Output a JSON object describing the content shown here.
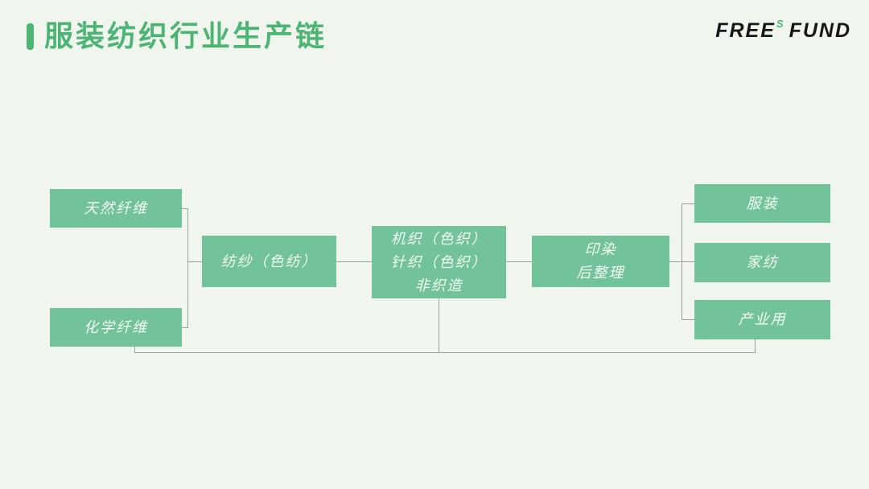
{
  "slide": {
    "background_color": "#f0f5ee",
    "header": {
      "title": "服装纺织行业生产链",
      "title_color": "#4db573",
      "logo": {
        "word1": "FREE",
        "superscript": "S",
        "word2": "FUND",
        "text_color": "#171717",
        "accent_color": "#4db573"
      }
    },
    "diagram": {
      "box_color": "#72c399",
      "box_text_color": "#f2fbf4",
      "connector_color": "#94a69b",
      "nodes": {
        "natural_fiber": "天然纤维",
        "chemical_fiber": "化学纤维",
        "spinning": "纺纱（色纺）",
        "fabric_line1": "机织（色织）",
        "fabric_line2": "针织（色织）",
        "fabric_line3": "非织造",
        "dyeing_line1": "印染",
        "dyeing_line2": "后整理",
        "clothing": "服装",
        "home_textile": "家纺",
        "industrial": "产业用"
      }
    }
  }
}
